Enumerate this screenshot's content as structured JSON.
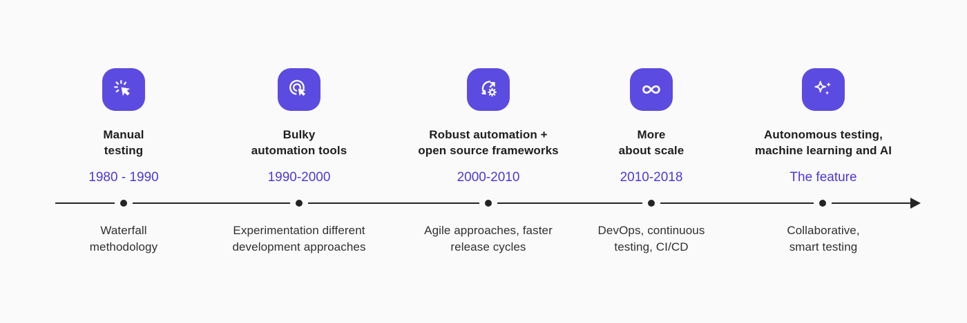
{
  "page": {
    "background": "#fafafa"
  },
  "colors": {
    "icon_bg": "#5b4be1",
    "icon_glyph": "#ffffff",
    "date_text": "#4b38db",
    "title_text": "#1e1e1e",
    "desc_text": "#2f2f2f",
    "line": "#242424"
  },
  "timeline": {
    "items": [
      {
        "icon": "manual-click-icon",
        "title": "Manual\ntesting",
        "date": "1980 - 1990",
        "description": "Waterfall\nmethodology"
      },
      {
        "icon": "auto-click-icon",
        "title": "Bulky\nautomation tools",
        "date": "1990-2000",
        "description": "Experimentation different\ndevelopment approaches"
      },
      {
        "icon": "process-automation-icon",
        "title": "Robust automation +\nopen source frameworks",
        "date": "2000-2010",
        "description": "Agile approaches, faster\nrelease cycles"
      },
      {
        "icon": "infinity-icon",
        "title": "More\nabout scale",
        "date": "2010-2018",
        "description": "DevOps, continuous\ntesting, CI/CD"
      },
      {
        "icon": "sparkles-icon",
        "title": "Autonomous testing,\nmachine learning and AI",
        "date": "The feature",
        "description": "Collaborative,\nsmart testing"
      }
    ]
  }
}
